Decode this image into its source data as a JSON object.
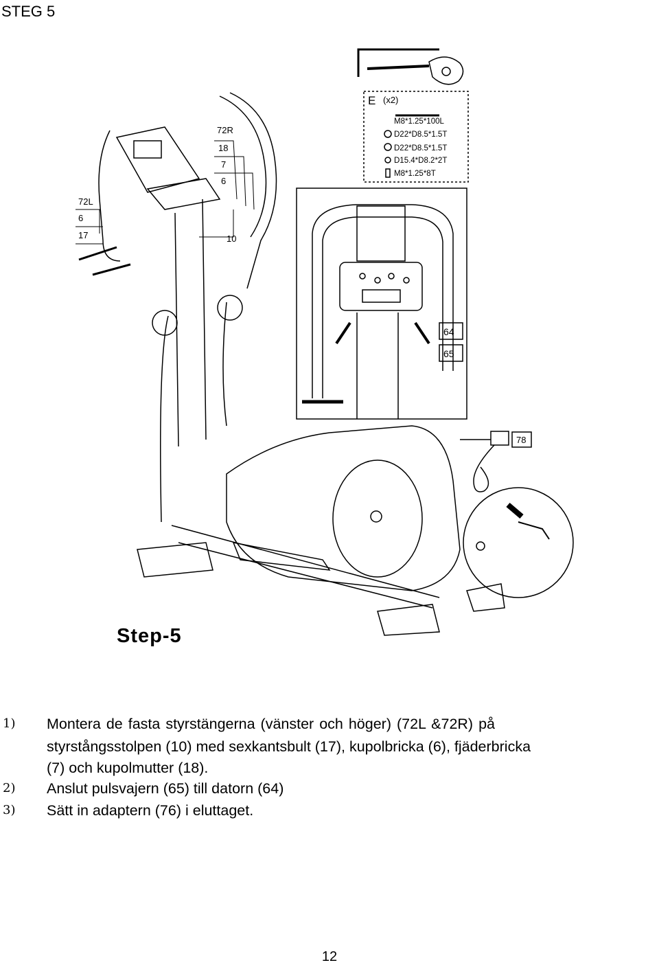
{
  "header": {
    "title": "STEG 5"
  },
  "figure": {
    "callouts": {
      "c72r": "72R",
      "c18": "18",
      "c7": "7",
      "c6a": "6",
      "c72l": "72L",
      "c6b": "6",
      "c17": "17",
      "c10": "10",
      "c64": "64",
      "c65": "65",
      "c78": "78"
    },
    "hardware": {
      "label": "E",
      "qty": "(x2)",
      "items": [
        "M8*1.25*100L",
        "D22*D8.5*1.5T",
        "D22*D8.5*1.5T",
        "D15.4*D8.2*2T",
        "M8*1.25*8T"
      ]
    },
    "step_label": "Step-5"
  },
  "instructions": [
    {
      "num": "1)",
      "lines": [
        "Montera de fasta styrstängerna (vänster och höger) (72L &72R) på",
        "styrstångsstolpen (10) med sexkantsbult (17), kupolbricka (6), fjäderbricka",
        "(7) och kupolmutter (18)."
      ]
    },
    {
      "num": "2)",
      "lines": [
        "Anslut pulsvajern (65) till datorn (64)"
      ]
    },
    {
      "num": "3)",
      "lines": [
        "Sätt in adaptern (76) i eluttaget."
      ]
    }
  ],
  "footer": {
    "page_number": "12"
  }
}
